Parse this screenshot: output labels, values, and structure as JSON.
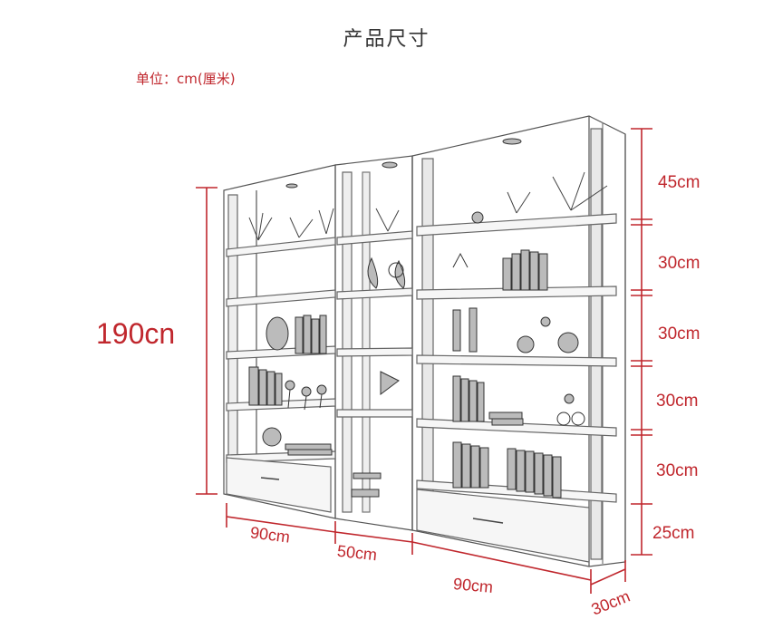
{
  "title": "产品尺寸",
  "unit_label": "单位：cm(厘米)",
  "total_height_label": "190cn",
  "shelf_height_labels": [
    "45cm",
    "30cm",
    "30cm",
    "30cm",
    "30cm",
    "25cm"
  ],
  "width_labels": {
    "left": "90cm",
    "middle": "50cm",
    "right": "90cm",
    "depth": "30cm"
  },
  "colors": {
    "dimension": "#c0272d",
    "sketch": "#555555"
  }
}
